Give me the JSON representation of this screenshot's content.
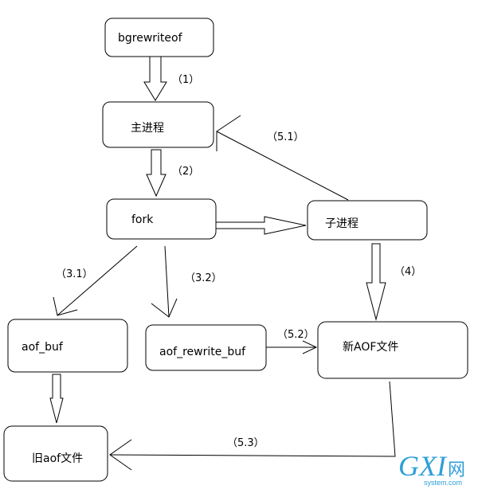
{
  "nodes": {
    "bgrewriteof": "bgrewriteof",
    "main_process": "主进程",
    "fork": "fork",
    "child_process": "子进程",
    "aof_buf": "aof_buf",
    "aof_rewrite_buf": "aof_rewrite_buf",
    "new_aof_file": "新AOF文件",
    "old_aof_file": "旧aof文件"
  },
  "steps": {
    "s1": "（1）",
    "s2": "（2）",
    "s3_1": "（3.1）",
    "s3_2": "（3.2）",
    "s4": "（4）",
    "s5_1": "（5.1）",
    "s5_2": "（5.2）",
    "s5_3": "（5.3）"
  },
  "watermark": {
    "logo": "GXI",
    "logo_suffix": "网",
    "site": "system.com"
  },
  "colors": {
    "stroke": "#000000",
    "watermark": "#2f9fd7"
  }
}
